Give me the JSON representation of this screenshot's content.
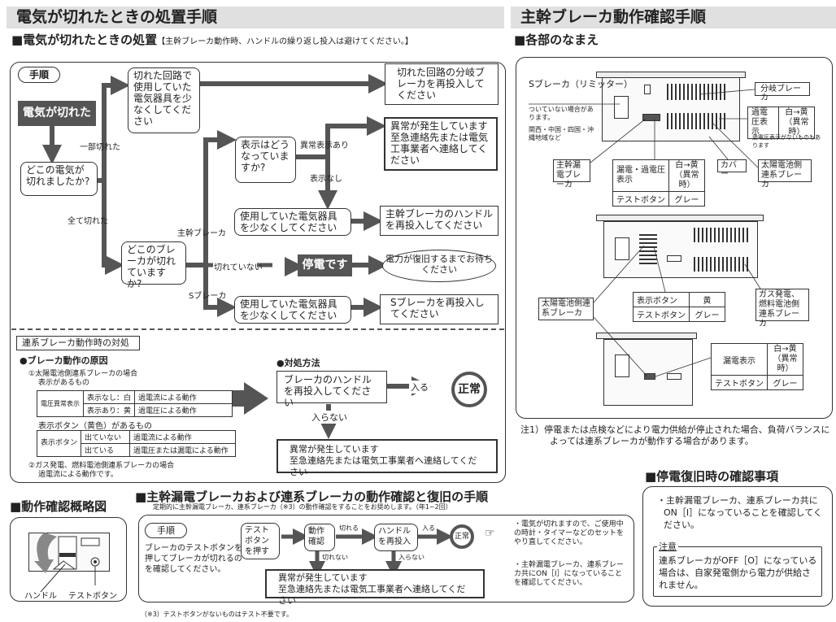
{
  "left": {
    "title": "電気が切れたときの処置手順",
    "section1": {
      "heading": "■電気が切れたときの処置",
      "note": "【主幹ブレーカ動作時、ハンドルの繰り返し投入は避けてください。】",
      "procedure_tag": "手順",
      "start": "電気が切れた",
      "q1": "どこの電気が切れましたか?",
      "branch_partial": "一部切れた",
      "branch_all": "全て切れた",
      "partial_step": "切れた回路で使用していた電気器具を少なくしてください",
      "partial_result": "切れた回路の分岐ブレーカを再投入してください",
      "q2": "どこのブレーカが切れていますか?",
      "branch_main": "主幹ブレーカ",
      "branch_none": "切れていない",
      "branch_s": "Sブレーカ",
      "q3": "表示はどうなっていますか?",
      "branch_abnormal": "異常表示あり",
      "branch_nodisplay": "表示なし",
      "abnormal_result": "異常が発生しています至急連絡先または電気工事業者へ連絡してください",
      "main_step": "使用していた電気器具を少なくしてください",
      "main_result": "主幹ブレーカのハンドルを再投入してください",
      "outage": "停電です",
      "outage_result": "電力が復旧するまでお待ちください",
      "s_step": "使用していた電気器具を少なくしてください",
      "s_result": "Sブレーカを再投入してください"
    },
    "grid_section": {
      "title": "連系ブレーカ動作時の対処",
      "cause_heading": "●ブレーカ動作の原因",
      "case1": "①太陽電池側連系ブレーカの場合",
      "case1_sub": "表示があるもの",
      "table1": {
        "label": "電圧異常表示",
        "rows": [
          [
            "表示なし：白",
            "過電流による動作"
          ],
          [
            "表示あり：黄",
            "過電圧による動作"
          ]
        ]
      },
      "case1_sub2": "表示ボタン（黄色）があるもの",
      "table2": {
        "label": "表示ボタン",
        "rows": [
          [
            "出ていない",
            "過電流による動作"
          ],
          [
            "出ている",
            "過電圧または漏電による動作"
          ]
        ]
      },
      "case2": "②ガス発電、燃料電池側連系ブレーカの場合",
      "case2_sub": "過電流による動作です。",
      "remedy_heading": "●対処方法",
      "remedy_step": "ブレーカのハンドルを再投入してください",
      "remedy_in": "入る",
      "remedy_normal": "正常",
      "remedy_not_in": "入らない",
      "remedy_abnormal_1": "異常が発生しています",
      "remedy_abnormal_2": "至急連絡先または電気工事業者へ連絡してください"
    },
    "overview": {
      "heading": "■動作確認概略図",
      "handle": "ハンドル",
      "test_button": "テストボタン"
    }
  },
  "check": {
    "heading": "■主幹漏電ブレーカおよび連系ブレーカの動作確認と復旧の手順",
    "subtitle": "定期的に主幹漏電ブレーカ、連系ブレーカ（※3）の動作確認をすることをお奨めします。（年1~2回）",
    "tag": "手順",
    "desc": "ブレーカのテストボタンを押してブレーカが切れるのを確認してください。",
    "step1": "テストボタンを押す",
    "step2": "動作確認",
    "cut": "切れる",
    "not_cut": "切れない",
    "step3": "ハンドルを再投入",
    "in": "入る",
    "not_in": "入らない",
    "normal": "正常",
    "abnormal_1": "異常が発生しています",
    "abnormal_2": "至急連絡先または電気工事業者へ連絡してください",
    "notes": [
      "・電気が切れますので、ご使用中の時計・タイマーなどのセットをやり直してください。",
      "・主幹漏電ブレーカ、連系ブレーカ共にON［I］になっていることを確認してください。"
    ],
    "footnote": "（※3）テストボタンがないものはテスト不要です。"
  },
  "right": {
    "title": "主幹ブレーカ動作確認手順",
    "parts_heading": "■各部のなまえ",
    "s_breaker": "Sブレーカ（リミッター）",
    "s_note_1": "ついていない場合があります。",
    "s_note_2": "関西・中国・四国・沖縄地域など",
    "branch_breaker": "分岐ブレーカ",
    "overvoltage": "過電圧表示",
    "white_yellow": "白→黄（異常時）",
    "ov_note": "過電圧表示がないものもあります",
    "main_leak": "主幹漏電ブレーカ",
    "leak_ov_display": "漏電・過電圧表示",
    "test_button": "テストボタン",
    "gray": "グレー",
    "cover": "カバー",
    "solar_grid": "太陽電池側連系ブレーカ",
    "display_button": "表示ボタン",
    "yellow": "黄",
    "gas_grid": "ガス発電、燃料電池側連系ブレーカ",
    "leak_display": "漏電表示",
    "note1": "注1）停電または点検などにより電力供給が停止された場合、負荷バランスによっては連系ブレーカが動作する場合があります。",
    "restore_heading": "■停電復旧時の確認事項",
    "restore_text": "・主幹漏電ブレーカ、連系ブレーカ共にON［I］になっていることを確認してください。",
    "caution_label": "注意",
    "caution_text": "連系ブレーカがOFF［O］になっている場合は、自家発電側から電力が供給されません。"
  },
  "colors": {
    "header_bg": "#e0e0e0",
    "dark_fill": "#555555",
    "arrow": "#555555"
  }
}
